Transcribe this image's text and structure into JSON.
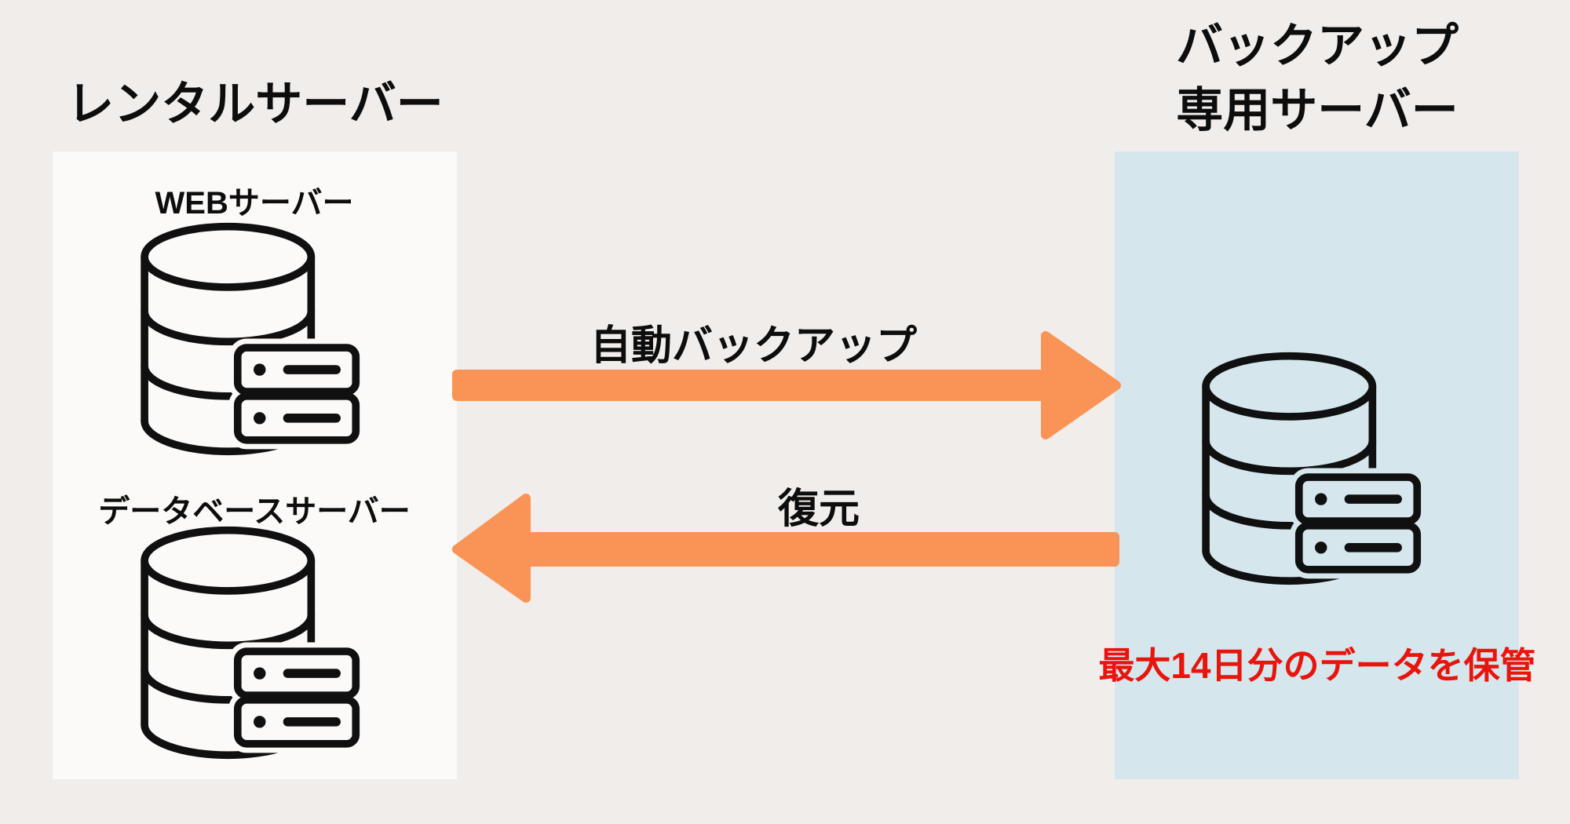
{
  "diagram": {
    "background_color": "#F1EDEA",
    "accent_orange": "#FA9456",
    "note_red": "#E8150C",
    "left_panel": {
      "bg": "#FBFAF8",
      "title": "レンタルサーバー",
      "servers": [
        {
          "label": "WEBサーバー"
        },
        {
          "label": "データベースサーバー"
        }
      ]
    },
    "right_panel": {
      "bg": "#D5E7ED",
      "title_lines": [
        "バックアップ",
        "専用サーバー"
      ],
      "note": "最大14日分のデータを保管"
    },
    "flows": [
      {
        "label": "自動バックアップ",
        "direction": "right"
      },
      {
        "label": "復元",
        "direction": "left"
      }
    ]
  }
}
